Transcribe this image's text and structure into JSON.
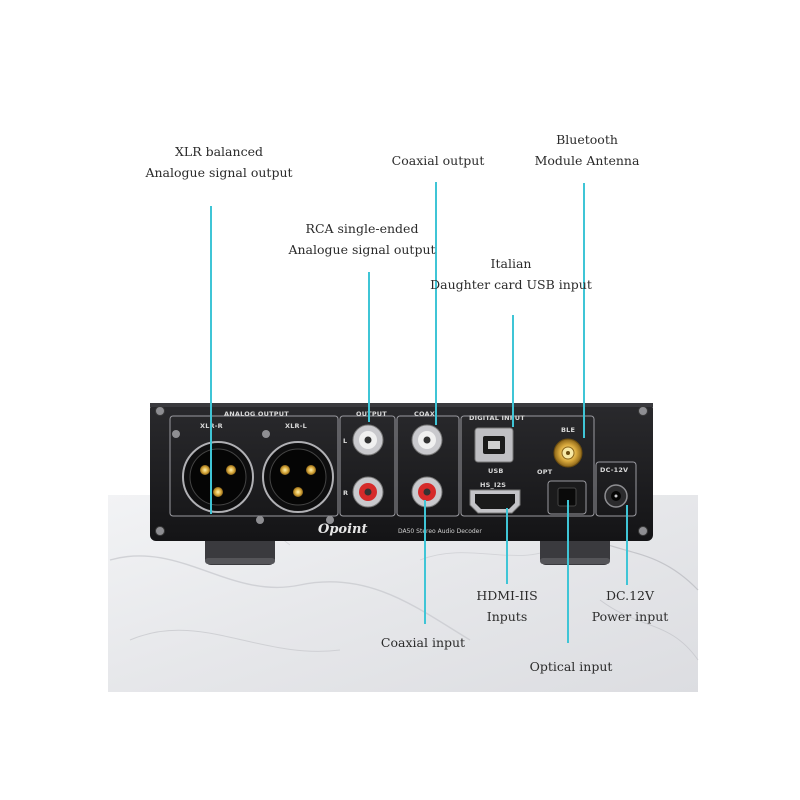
{
  "callouts": {
    "xlr": [
      "XLR balanced",
      "Analogue signal output"
    ],
    "rca": [
      "RCA single-ended",
      "Analogue signal output"
    ],
    "coax_out": [
      "Coaxial output"
    ],
    "usb": [
      "Italian",
      "Daughter card USB input"
    ],
    "ble": [
      "Bluetooth",
      "Module Antenna"
    ],
    "coax_in": [
      "Coaxial input"
    ],
    "hdmi": [
      "HDMI-IIS",
      "Inputs"
    ],
    "optical": [
      "Optical input"
    ],
    "dc": [
      "DC.12V",
      "Power input"
    ]
  },
  "panel": {
    "analog_output": "ANALOG OUTPUT",
    "xlr_r": "XLR-R",
    "xlr_l": "XLR-L",
    "output": "OUTPUT",
    "coax": "COAX",
    "digital_input": "DIGITAL INPUT",
    "ble": "BLE",
    "usb": "USB",
    "hdmi": "HS_I2S",
    "opt": "OPT",
    "dc": "DC-12V",
    "ch_l": "L",
    "ch_r": "R",
    "brand": "Opoint",
    "model": "DA50 Stereo Audio Decoder"
  },
  "colors": {
    "callout_line": "#3fc5d6",
    "chassis": "#1c1c1e",
    "marble": "#e9eaec"
  }
}
